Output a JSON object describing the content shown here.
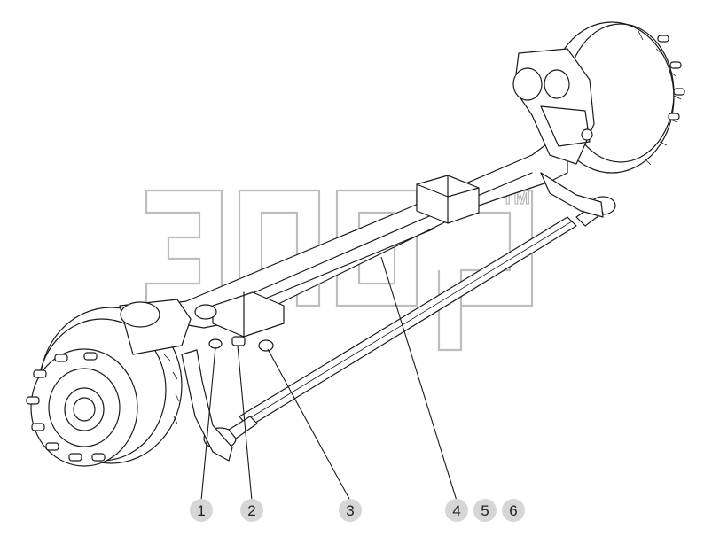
{
  "watermark": {
    "trademark": "TM"
  },
  "callouts": [
    {
      "label": "1"
    },
    {
      "label": "2"
    },
    {
      "label": "3"
    },
    {
      "label": "4"
    },
    {
      "label": "5"
    },
    {
      "label": "6"
    }
  ]
}
